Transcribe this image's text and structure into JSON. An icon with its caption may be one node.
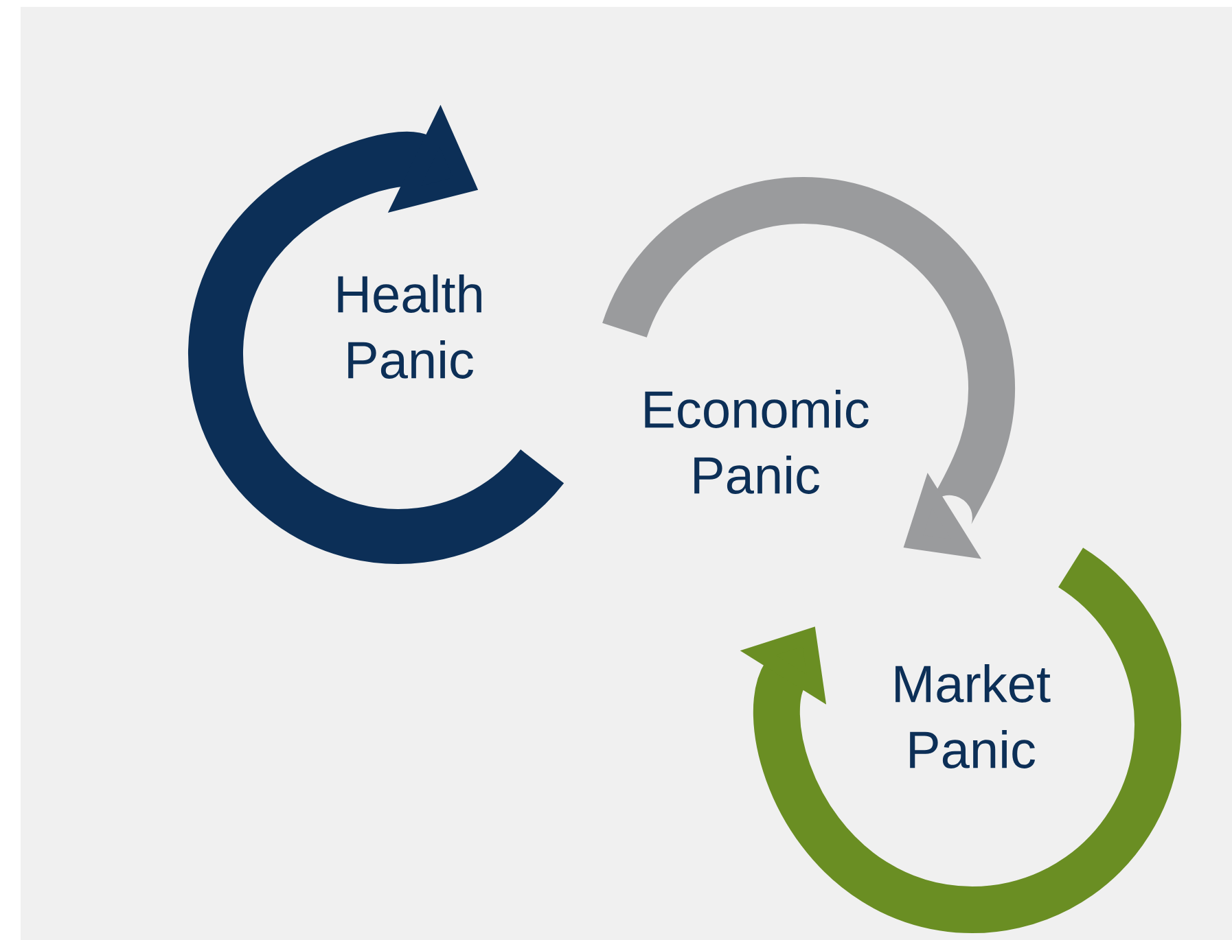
{
  "diagram": {
    "nodes": [
      {
        "text": [
          "Health Panic"
        ]
      },
      {
        "text": [
          "Economic Panic"
        ]
      },
      {
        "text": [
          "Market Panic"
        ]
      }
    ]
  }
}
